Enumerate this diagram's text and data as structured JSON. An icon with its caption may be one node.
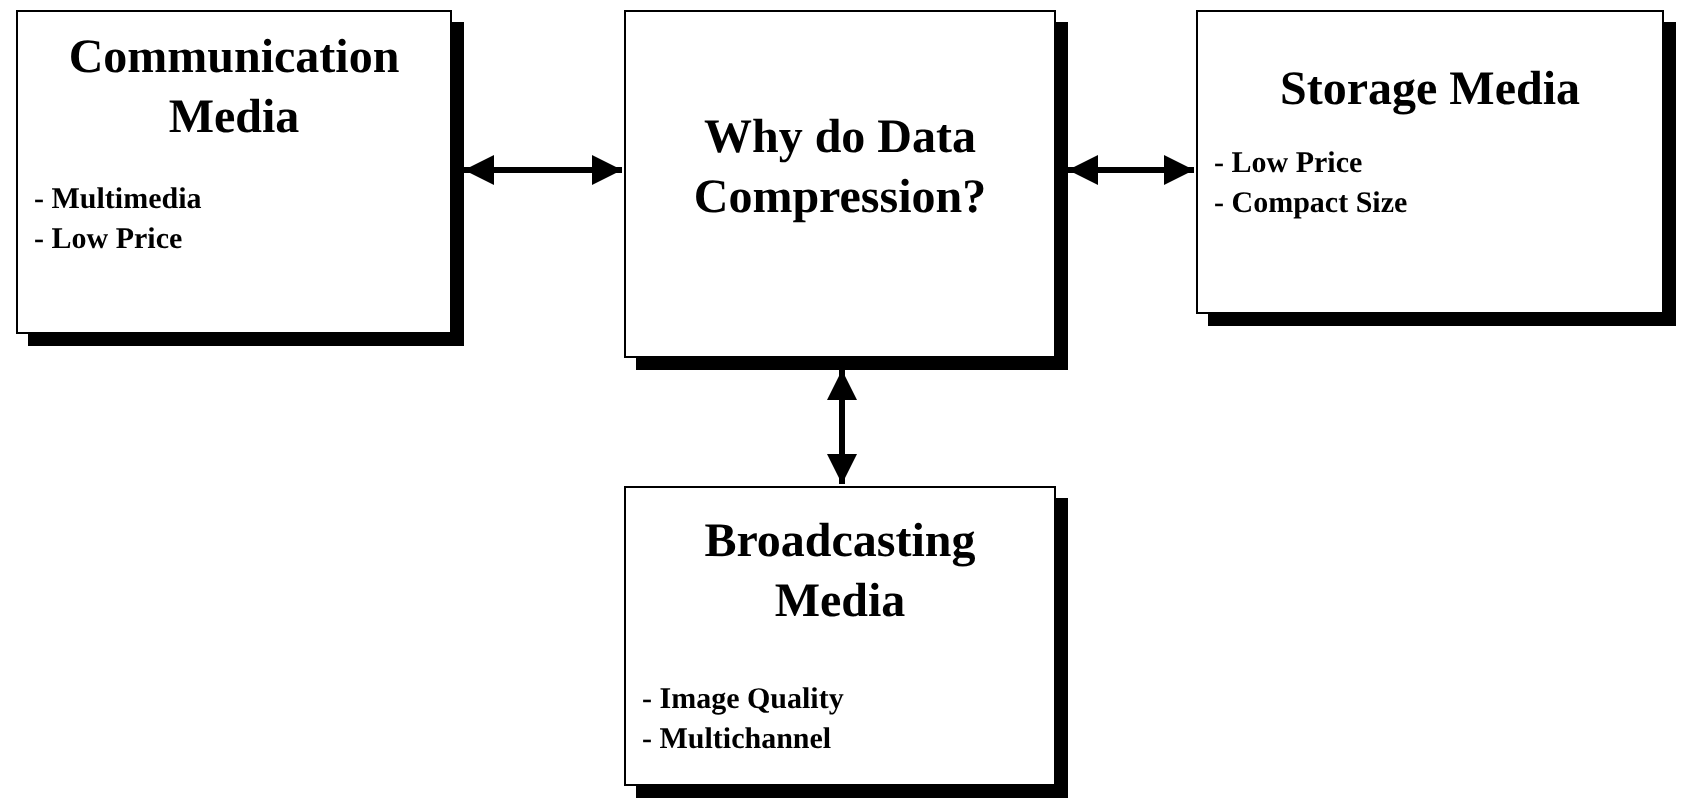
{
  "diagram": {
    "nodes": [
      {
        "text": [
          "Communication Media",
          "- Multimedia",
          "- Low Price"
        ]
      },
      {
        "text": [
          "Why do Data Compression?"
        ]
      },
      {
        "text": [
          "Storage Media",
          "- Low Price",
          "- Compact Size"
        ]
      },
      {
        "text": [
          "Broadcasting Media",
          "- Image Quality",
          "- Multichannel"
        ]
      }
    ],
    "edges": [
      {
        "from": 0,
        "to": 1,
        "arrow": "both"
      },
      {
        "from": 1,
        "to": 2,
        "arrow": "both"
      },
      {
        "from": 1,
        "to": 3,
        "arrow": "both"
      }
    ]
  }
}
